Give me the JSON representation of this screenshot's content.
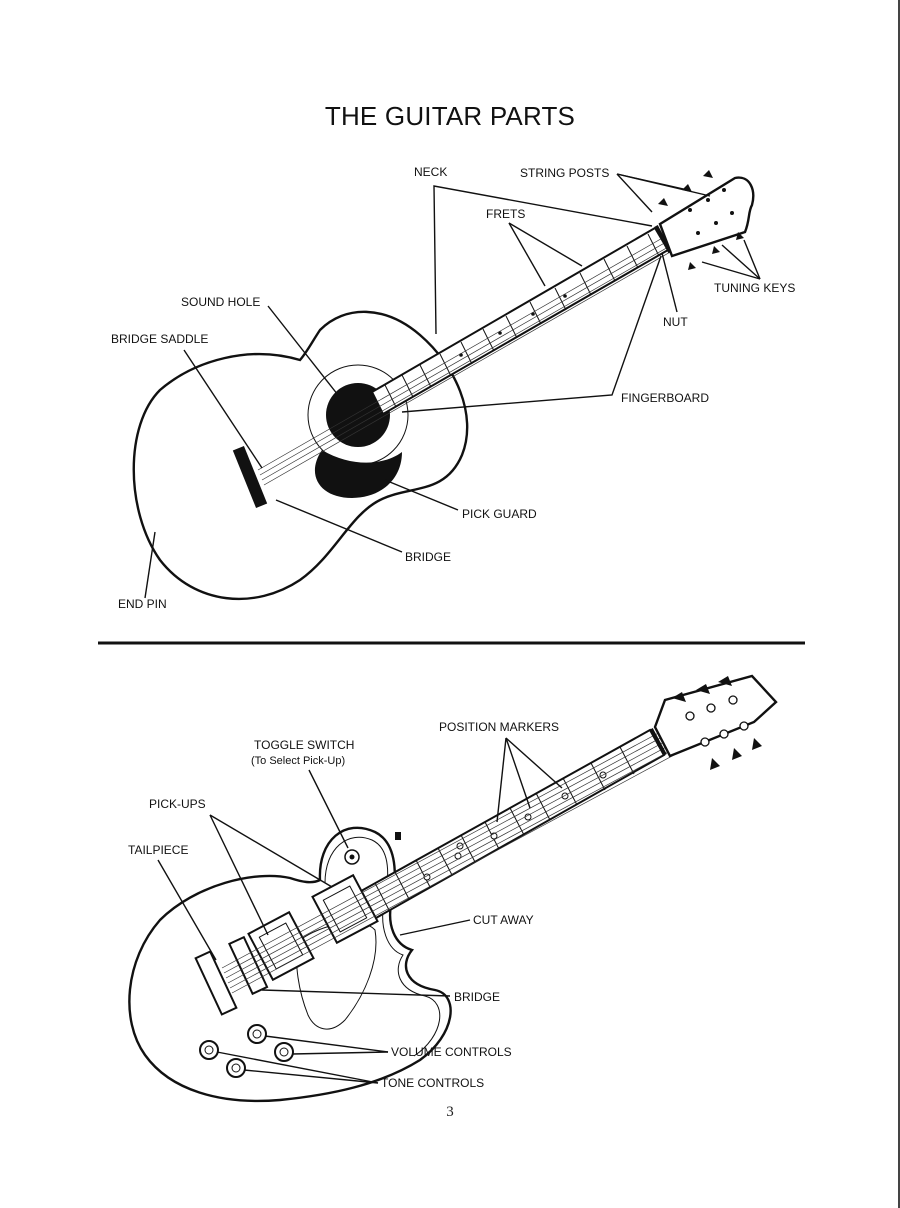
{
  "title": "THE GUITAR PARTS",
  "page_number": "3",
  "acoustic": {
    "labels": {
      "neck": "NECK",
      "string_posts": "STRING POSTS",
      "frets": "FRETS",
      "sound_hole": "SOUND HOLE",
      "bridge_saddle": "BRIDGE SADDLE",
      "tuning_keys": "TUNING KEYS",
      "nut": "NUT",
      "fingerboard": "FINGERBOARD",
      "pick_guard": "PICK GUARD",
      "bridge": "BRIDGE",
      "end_pin": "END PIN"
    }
  },
  "electric": {
    "labels": {
      "position_markers": "POSITION MARKERS",
      "toggle_switch": "TOGGLE SWITCH",
      "toggle_switch_note": "(To Select Pick-Up)",
      "pick_ups": "PICK-UPS",
      "tailpiece": "TAILPIECE",
      "cut_away": "CUT AWAY",
      "bridge": "BRIDGE",
      "volume_controls": "VOLUME CONTROLS",
      "tone_controls": "TONE CONTROLS"
    }
  }
}
